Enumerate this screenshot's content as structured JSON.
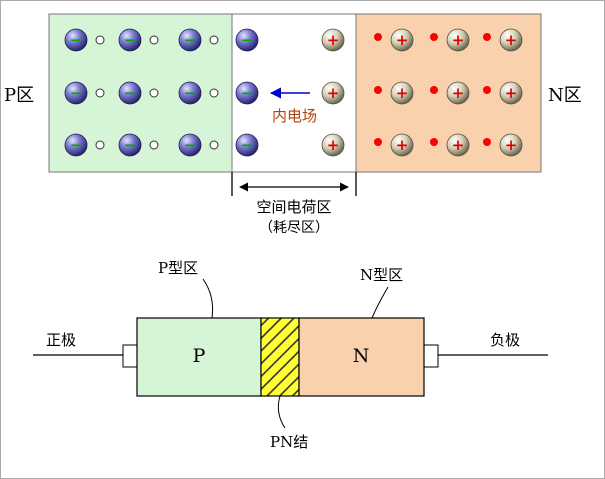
{
  "top": {
    "p_label": "P区",
    "n_label": "N区",
    "field_label": "内电场",
    "depletion_title": "空间电荷区",
    "depletion_sub": "（耗尽区）",
    "neg_sign": "−",
    "pos_sign": "+"
  },
  "bottom": {
    "p_type_label": "P型区",
    "n_type_label": "N型区",
    "p_letter": "P",
    "n_letter": "N",
    "anode_label": "正极",
    "cathode_label": "负极",
    "junction_label": "PN结"
  },
  "colors": {
    "p_region": "#d6f5d6",
    "n_region": "#fad1ad",
    "depletion": "#ffffff",
    "junction_fill": "#ffff33",
    "acceptor": "#5a5ab0",
    "donor": "#c9c2a4",
    "electron": "#ff0000",
    "arrow": "#0000cc",
    "field_text": "#b5400d",
    "minus_sign": "#00aa00",
    "plus_sign": "#dd0000"
  }
}
